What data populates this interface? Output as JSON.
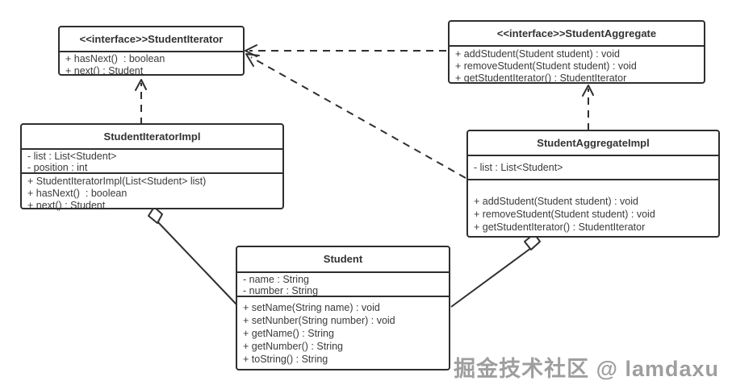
{
  "diagram": {
    "type": "uml-class-diagram",
    "pattern": "Iterator",
    "colors": {
      "stroke": "#2e2e2e",
      "background": "#ffffff",
      "watermark": "#9e9e9e"
    },
    "watermark": "掘金技术社区 @ lamdaxu",
    "classes": [
      {
        "id": "student-iterator",
        "title": "<<interface>>StudentIterator",
        "attributes": [],
        "methods": [
          "+ hasNext()  : boolean",
          "+ next() : Student"
        ]
      },
      {
        "id": "student-aggregate",
        "title": "<<interface>>StudentAggregate",
        "attributes": [],
        "methods": [
          "+ addStudent(Student student) : void",
          "+ removeStudent(Student student) : void",
          "+ getStudentIterator() : StudentIterator"
        ]
      },
      {
        "id": "student-iterator-impl",
        "title": "StudentIteratorImpl",
        "attributes": [
          "- list : List<Student>",
          "- position : int"
        ],
        "methods": [
          "+ StudentIteratorImpl(List<Student> list)",
          "+ hasNext()  : boolean",
          "+ next() : Student"
        ]
      },
      {
        "id": "student-aggregate-impl",
        "title": "StudentAggregateImpl",
        "attributes": [
          "- list : List<Student>"
        ],
        "methods": [
          "+ addStudent(Student student) : void",
          "+ removeStudent(Student student) : void",
          "+ getStudentIterator() : StudentIterator"
        ]
      },
      {
        "id": "student",
        "title": "Student",
        "attributes": [
          "- name : String",
          "- number : String"
        ],
        "methods": [
          "+ setName(String name) : void",
          "+ setNunber(String number) : void",
          "+ getName() : String",
          "+ getNumber() : String",
          "+ toString() : String"
        ]
      }
    ],
    "relationships": [
      {
        "from": "StudentIteratorImpl",
        "to": "StudentIterator",
        "type": "realization (dashed, open arrow)"
      },
      {
        "from": "StudentAggregateImpl",
        "to": "StudentAggregate",
        "type": "realization (dashed, open arrow)"
      },
      {
        "from": "StudentAggregate",
        "to": "StudentIterator",
        "type": "dependency (dashed, open arrow)"
      },
      {
        "from": "StudentAggregateImpl",
        "to": "StudentIterator",
        "type": "dependency (dashed, open arrow)"
      },
      {
        "from": "StudentIteratorImpl",
        "to": "Student",
        "type": "aggregation (solid, hollow diamond)"
      },
      {
        "from": "StudentAggregateImpl",
        "to": "Student",
        "type": "aggregation (solid, hollow diamond)"
      }
    ]
  }
}
